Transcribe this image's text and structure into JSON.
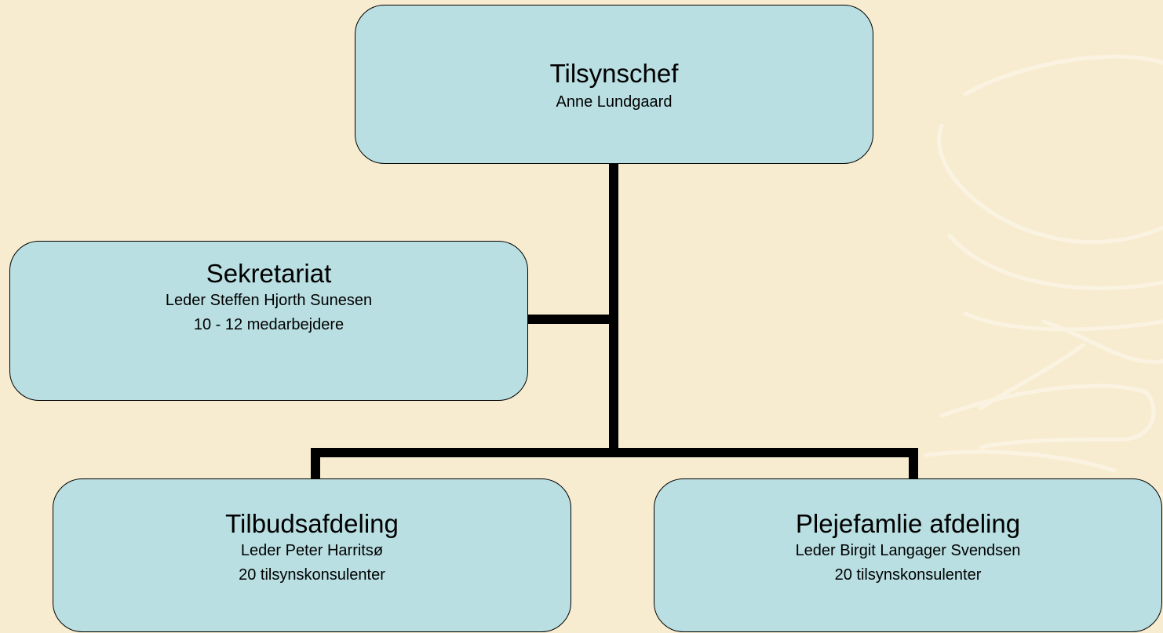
{
  "colors": {
    "background": "#f8ecd0",
    "box_fill": "#b9dfe2",
    "connector": "#000000",
    "swirl": "#fbf3e2"
  },
  "chief": {
    "title": "Tilsynschef",
    "name": "Anne Lundgaard"
  },
  "secretariat": {
    "title": "Sekretariat",
    "leader": "Leder Steffen Hjorth Sunesen",
    "staff": "10 - 12 medarbejdere"
  },
  "offer_department": {
    "title": "Tilbudsafdeling",
    "leader": "Leder Peter Harritsø",
    "staff": "20 tilsynskonsulenter"
  },
  "foster_department": {
    "title": "Plejefamlie afdeling",
    "leader": "Leder Birgit Langager Svendsen",
    "staff": "20 tilsynskonsulenter"
  }
}
